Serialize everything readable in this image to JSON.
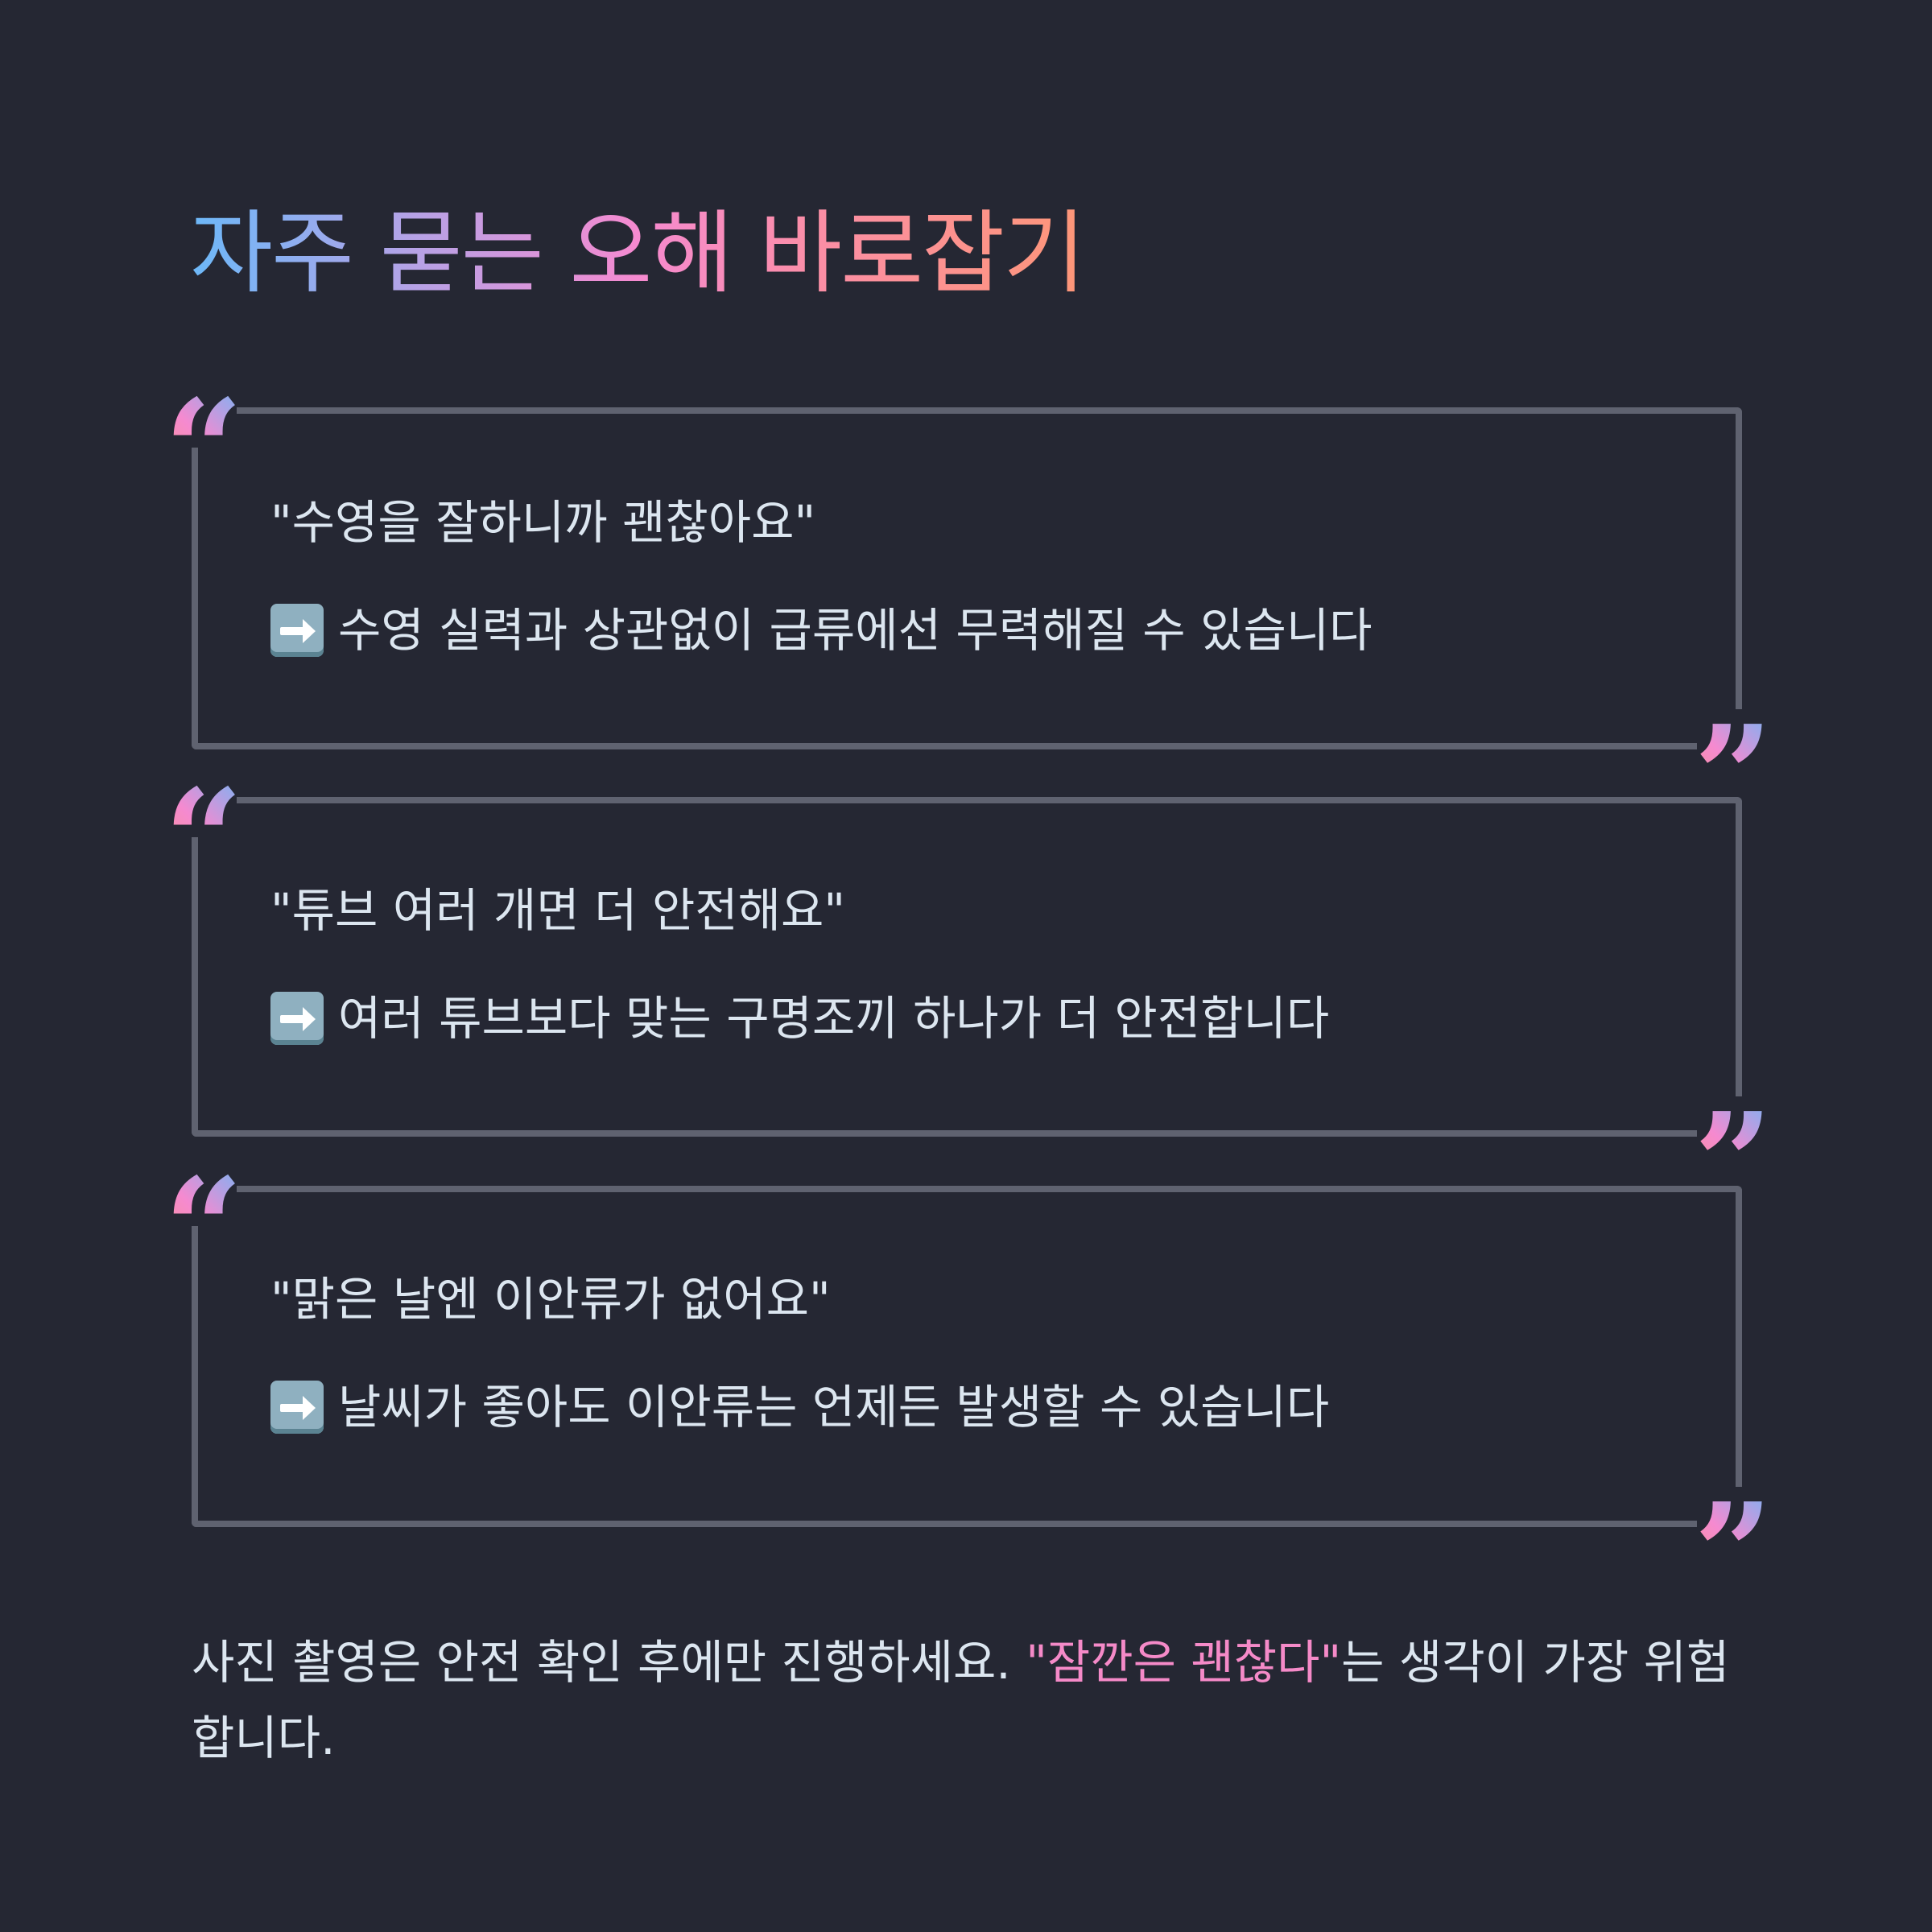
{
  "title": "자주 묻는 오해 바로잡기",
  "accent_colors": {
    "gradient": [
      "#6cb8f8",
      "#b6a2e6",
      "#f58ad0",
      "#fb8ea6",
      "#fd9678"
    ],
    "highlight": "#f58ac8",
    "border": "#5f6270",
    "background": "#252733",
    "text": "#dce6f0"
  },
  "quote_marks": {
    "open": "“",
    "close": "”"
  },
  "cards": [
    {
      "myth": "\"수영을 잘하니까 괜찮아요\"",
      "icon": "right-arrow-emoji",
      "fact": "수영 실력과 상관없이 급류에선 무력해질 수 있습니다"
    },
    {
      "myth": "\"튜브 여러 개면 더 안전해요\"",
      "icon": "right-arrow-emoji",
      "fact": "여러 튜브보다 맞는 구명조끼 하나가 더 안전합니다"
    },
    {
      "myth": "\"맑은 날엔 이안류가 없어요\"",
      "icon": "right-arrow-emoji",
      "fact": "날씨가 좋아도 이안류는 언제든 발생할 수 있습니다"
    }
  ],
  "footer": {
    "text_before": "사진 촬영은 안전 확인 후에만 진행하세요. ",
    "highlight": "\"잠깐은 괜찮다\"",
    "text_after": "는 생각이 가장 위험합니다."
  }
}
